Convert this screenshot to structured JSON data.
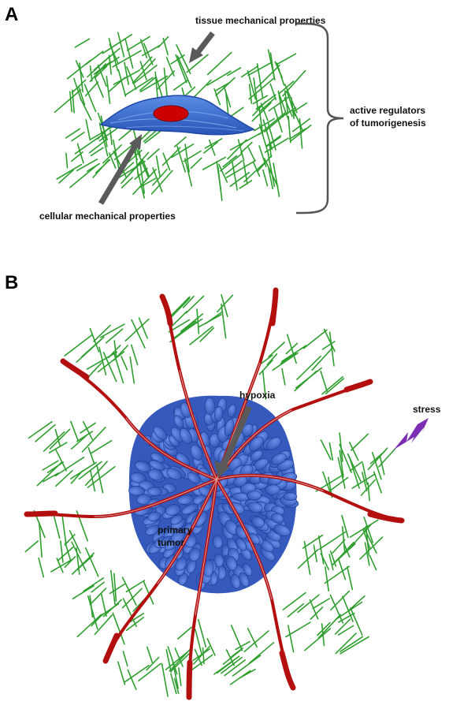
{
  "panel_a": {
    "letter": "A",
    "tissue_label": "tissue mechanical properties",
    "cellular_label": "cellular mechanical properties",
    "regulators_line1": "active regulators",
    "regulators_line2": "of tumorigenesis"
  },
  "panel_b": {
    "letter": "B",
    "hypoxia_label": "hypoxia",
    "stress_label": "stress",
    "tumor_line1": "primary",
    "tumor_line2": "tumor"
  },
  "colors": {
    "fiber": "#2e9e2e",
    "cell_body": "#3a6fd1",
    "nucleus": "#cc0000",
    "tumor_cell": "#4169cf",
    "vessel": "#b30f0f",
    "arrow": "#5a5a5a",
    "stress": "#7d2fb3"
  }
}
